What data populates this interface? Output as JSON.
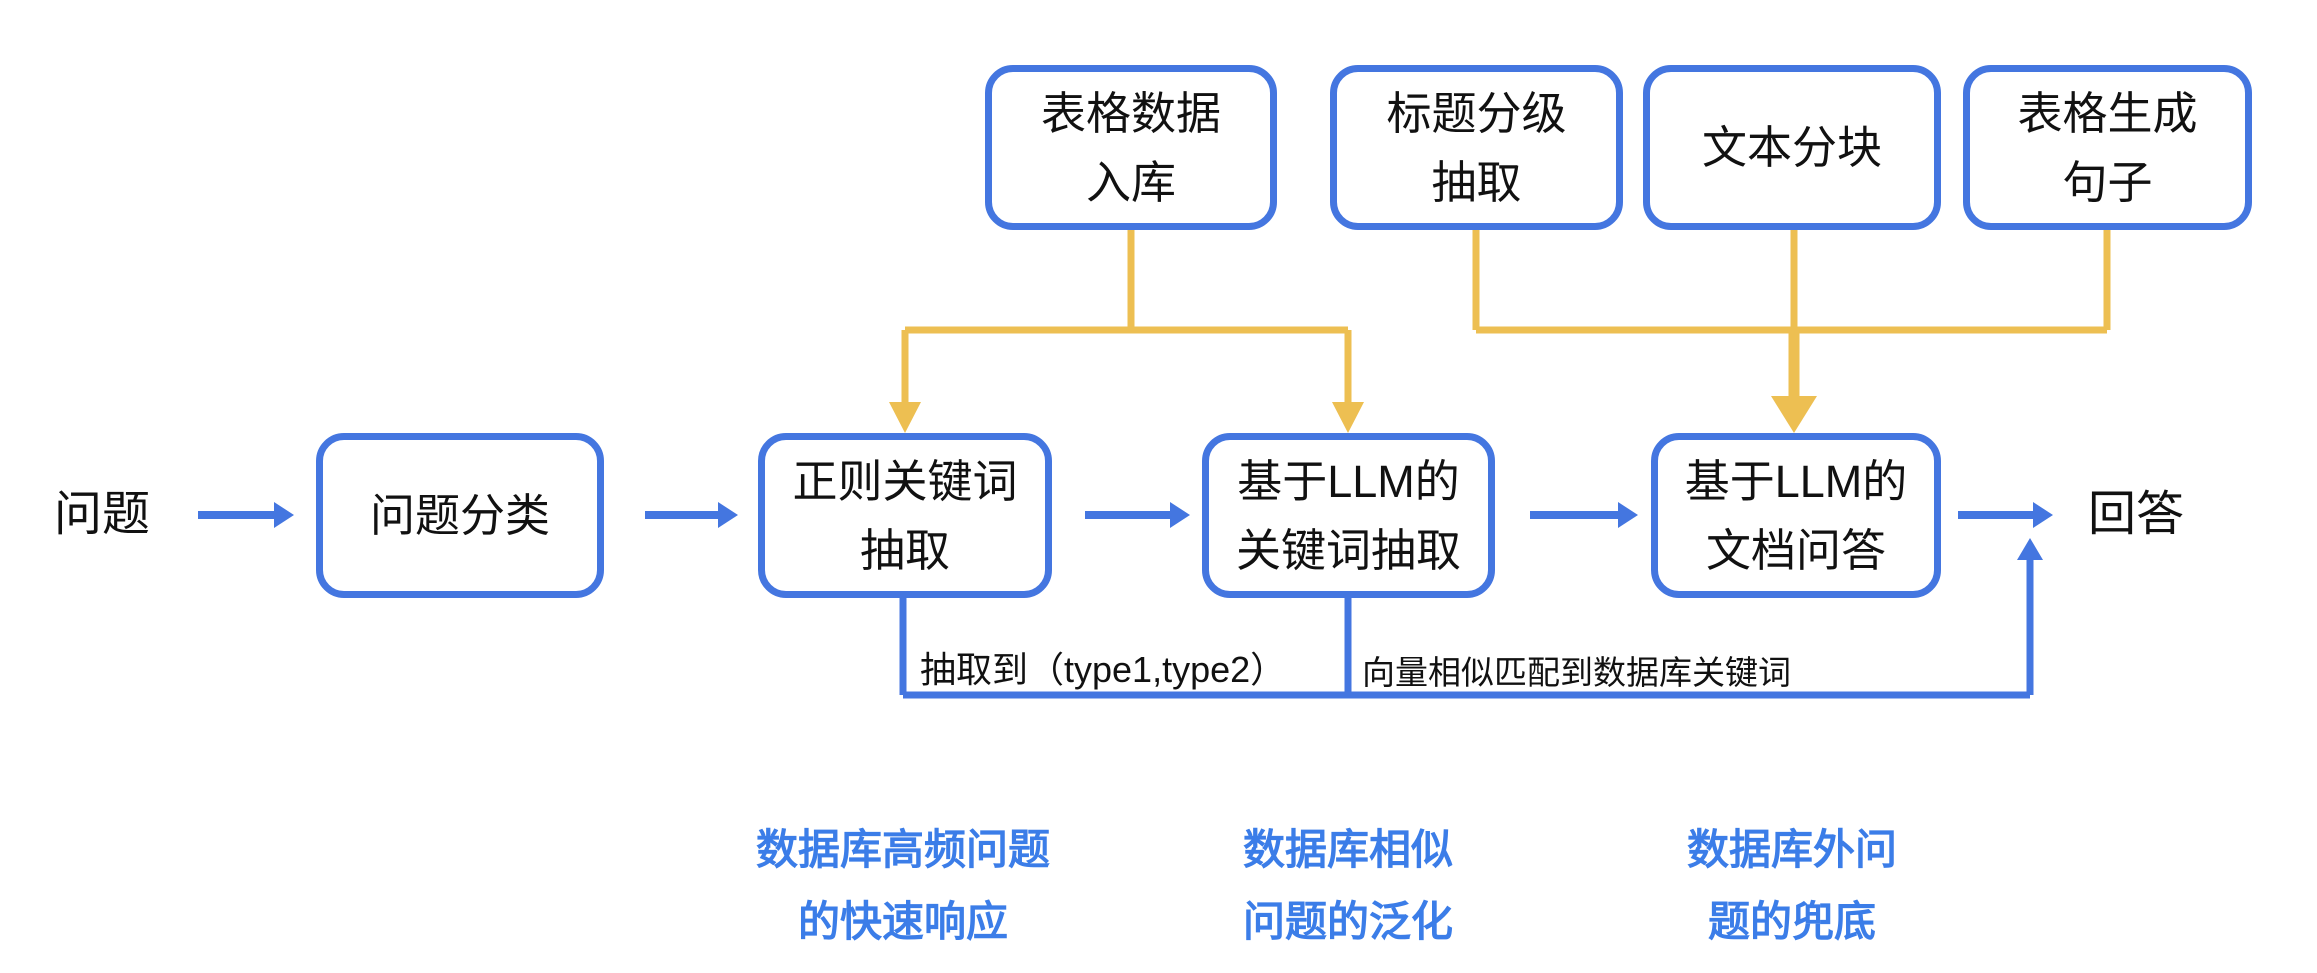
{
  "diagram_title": "",
  "top_boxes": {
    "table_ingest": [
      "表格数据",
      "入库"
    ],
    "heading_extract": [
      "标题分级",
      "抽取"
    ],
    "text_chunk": [
      "文本分块"
    ],
    "table_to_sentence": [
      "表格生成",
      "句子"
    ]
  },
  "flow_boxes": {
    "question_classify": [
      "问题分类"
    ],
    "regex_keyword": [
      "正则关键词",
      "抽取"
    ],
    "llm_keyword": [
      "基于LLM的",
      "关键词抽取"
    ],
    "llm_doc_qa": [
      "基于LLM的",
      "文档问答"
    ]
  },
  "terminals": {
    "input": "问题",
    "output": "回答"
  },
  "edge_labels": {
    "extract_types": "抽取到（type1,type2）",
    "vector_match": "向量相似匹配到数据库关键词"
  },
  "captions": {
    "fast_response": [
      "数据库高频问题",
      "的快速响应"
    ],
    "generalization": [
      "数据库相似",
      "问题的泛化"
    ],
    "fallback": [
      "数据库外问",
      "题的兜底"
    ]
  },
  "colors": {
    "stroke_blue": "#4476e0",
    "connector_yellow": "#edbf52",
    "caption_blue": "#3b7de8",
    "text_black": "#111111"
  }
}
